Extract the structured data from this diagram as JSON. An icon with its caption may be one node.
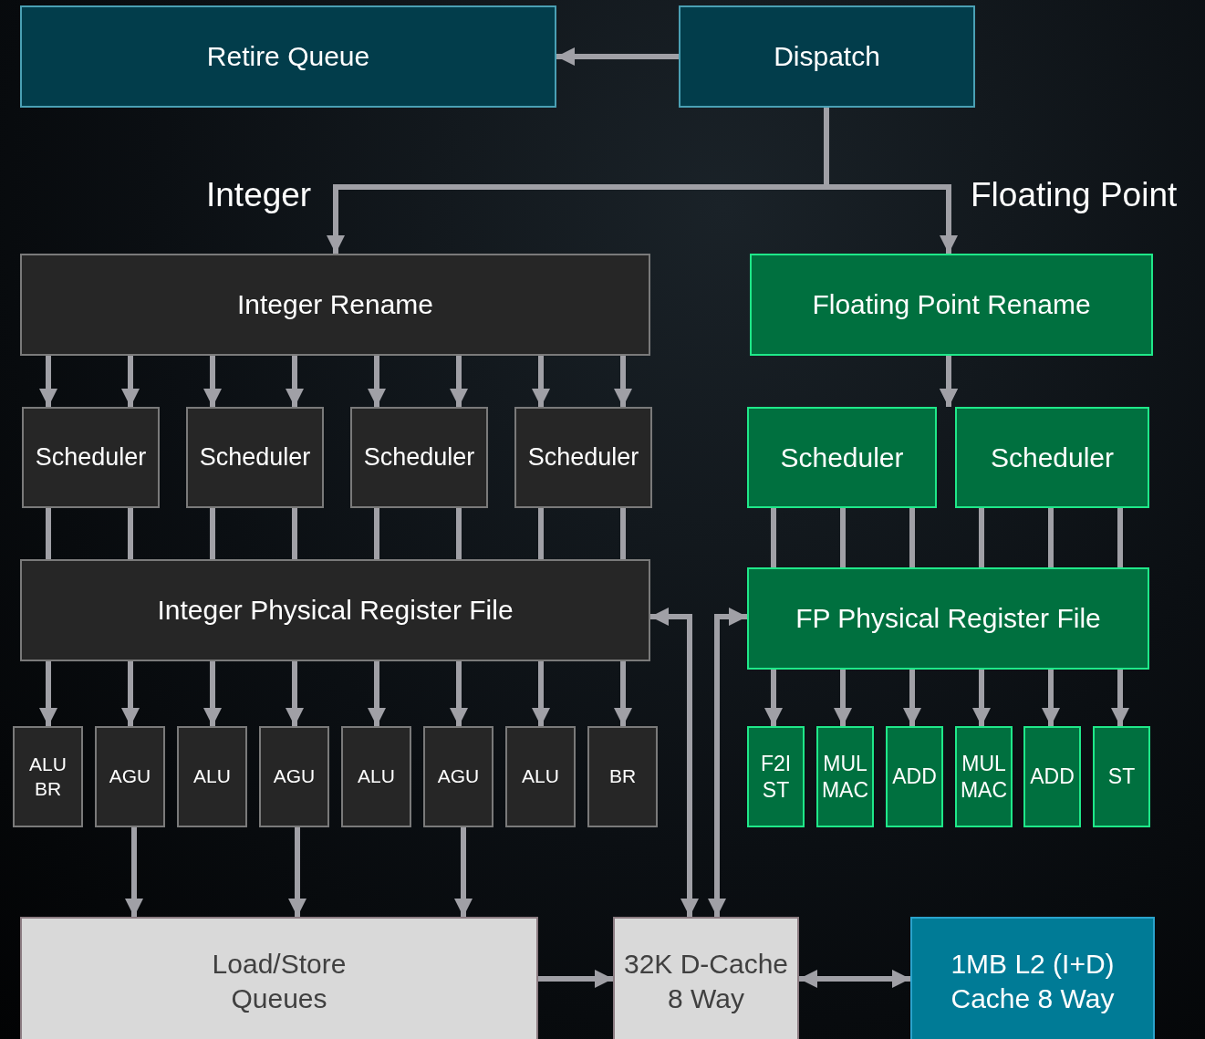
{
  "diagram": {
    "nodes": [
      {
        "text": [
          "Retire Queue"
        ]
      },
      {
        "text": [
          "Dispatch"
        ]
      },
      {
        "text": [
          "Integer Rename"
        ]
      },
      {
        "text": [
          "Floating Point Rename"
        ]
      },
      {
        "text": [
          "Scheduler"
        ]
      },
      {
        "text": [
          "Scheduler"
        ]
      },
      {
        "text": [
          "Scheduler"
        ]
      },
      {
        "text": [
          "Scheduler"
        ]
      },
      {
        "text": [
          "Scheduler"
        ]
      },
      {
        "text": [
          "Scheduler"
        ]
      },
      {
        "text": [
          "Integer Physical Register File"
        ]
      },
      {
        "text": [
          "FP Physical Register File"
        ]
      },
      {
        "text": [
          "ALU BR"
        ]
      },
      {
        "text": [
          "AGU"
        ]
      },
      {
        "text": [
          "ALU"
        ]
      },
      {
        "text": [
          "AGU"
        ]
      },
      {
        "text": [
          "ALU"
        ]
      },
      {
        "text": [
          "AGU"
        ]
      },
      {
        "text": [
          "ALU"
        ]
      },
      {
        "text": [
          "BR"
        ]
      },
      {
        "text": [
          "F2I ST"
        ]
      },
      {
        "text": [
          "MUL MAC"
        ]
      },
      {
        "text": [
          "ADD"
        ]
      },
      {
        "text": [
          "MUL MAC"
        ]
      },
      {
        "text": [
          "ADD"
        ]
      },
      {
        "text": [
          "ST"
        ]
      },
      {
        "text": [
          "Load/Store Queues"
        ]
      },
      {
        "text": [
          "32K D-Cache 8 Way"
        ]
      },
      {
        "text": [
          "1MB L2 (I+D) Cache 8 Way"
        ]
      }
    ],
    "edges": [
      {
        "from": 1,
        "to": 0,
        "arrow": "to"
      },
      {
        "from": 1,
        "to": 2,
        "arrow": "to"
      },
      {
        "from": 1,
        "to": 3,
        "arrow": "to"
      },
      {
        "from": 2,
        "to": 4,
        "arrow": "to"
      },
      {
        "from": 2,
        "to": 4,
        "arrow": "to"
      },
      {
        "from": 2,
        "to": 5,
        "arrow": "to"
      },
      {
        "from": 2,
        "to": 5,
        "arrow": "to"
      },
      {
        "from": 2,
        "to": 6,
        "arrow": "to"
      },
      {
        "from": 2,
        "to": 6,
        "arrow": "to"
      },
      {
        "from": 2,
        "to": 7,
        "arrow": "to"
      },
      {
        "from": 2,
        "to": 7,
        "arrow": "to"
      },
      {
        "from": 3,
        "to": 8,
        "arrow": "to"
      },
      {
        "from": 3,
        "to": 9,
        "arrow": "to"
      },
      {
        "from": 4,
        "to": 10,
        "arrow": "none"
      },
      {
        "from": 4,
        "to": 10,
        "arrow": "none"
      },
      {
        "from": 5,
        "to": 10,
        "arrow": "none"
      },
      {
        "from": 5,
        "to": 10,
        "arrow": "none"
      },
      {
        "from": 6,
        "to": 10,
        "arrow": "none"
      },
      {
        "from": 6,
        "to": 10,
        "arrow": "none"
      },
      {
        "from": 7,
        "to": 10,
        "arrow": "none"
      },
      {
        "from": 7,
        "to": 10,
        "arrow": "none"
      },
      {
        "from": 8,
        "to": 11,
        "arrow": "none"
      },
      {
        "from": 8,
        "to": 11,
        "arrow": "none"
      },
      {
        "from": 8,
        "to": 11,
        "arrow": "none"
      },
      {
        "from": 9,
        "to": 11,
        "arrow": "none"
      },
      {
        "from": 9,
        "to": 11,
        "arrow": "none"
      },
      {
        "from": 9,
        "to": 11,
        "arrow": "none"
      },
      {
        "from": 10,
        "to": 12,
        "arrow": "to"
      },
      {
        "from": 10,
        "to": 13,
        "arrow": "to"
      },
      {
        "from": 10,
        "to": 14,
        "arrow": "to"
      },
      {
        "from": 10,
        "to": 15,
        "arrow": "to"
      },
      {
        "from": 10,
        "to": 16,
        "arrow": "to"
      },
      {
        "from": 10,
        "to": 17,
        "arrow": "to"
      },
      {
        "from": 10,
        "to": 18,
        "arrow": "to"
      },
      {
        "from": 10,
        "to": 19,
        "arrow": "to"
      },
      {
        "from": 11,
        "to": 20,
        "arrow": "to"
      },
      {
        "from": 11,
        "to": 21,
        "arrow": "to"
      },
      {
        "from": 11,
        "to": 22,
        "arrow": "to"
      },
      {
        "from": 11,
        "to": 23,
        "arrow": "to"
      },
      {
        "from": 11,
        "to": 24,
        "arrow": "to"
      },
      {
        "from": 11,
        "to": 25,
        "arrow": "to"
      },
      {
        "from": 13,
        "to": 26,
        "arrow": "to"
      },
      {
        "from": 15,
        "to": 26,
        "arrow": "to"
      },
      {
        "from": 17,
        "to": 26,
        "arrow": "to"
      },
      {
        "from": 26,
        "to": 27,
        "arrow": "to"
      },
      {
        "from": 27,
        "to": 28,
        "arrow": "both"
      },
      {
        "from": 27,
        "to": 10,
        "arrow": "both"
      },
      {
        "from": 27,
        "to": 11,
        "arrow": "both"
      }
    ],
    "labels": [
      "Integer",
      "Floating Point"
    ]
  }
}
